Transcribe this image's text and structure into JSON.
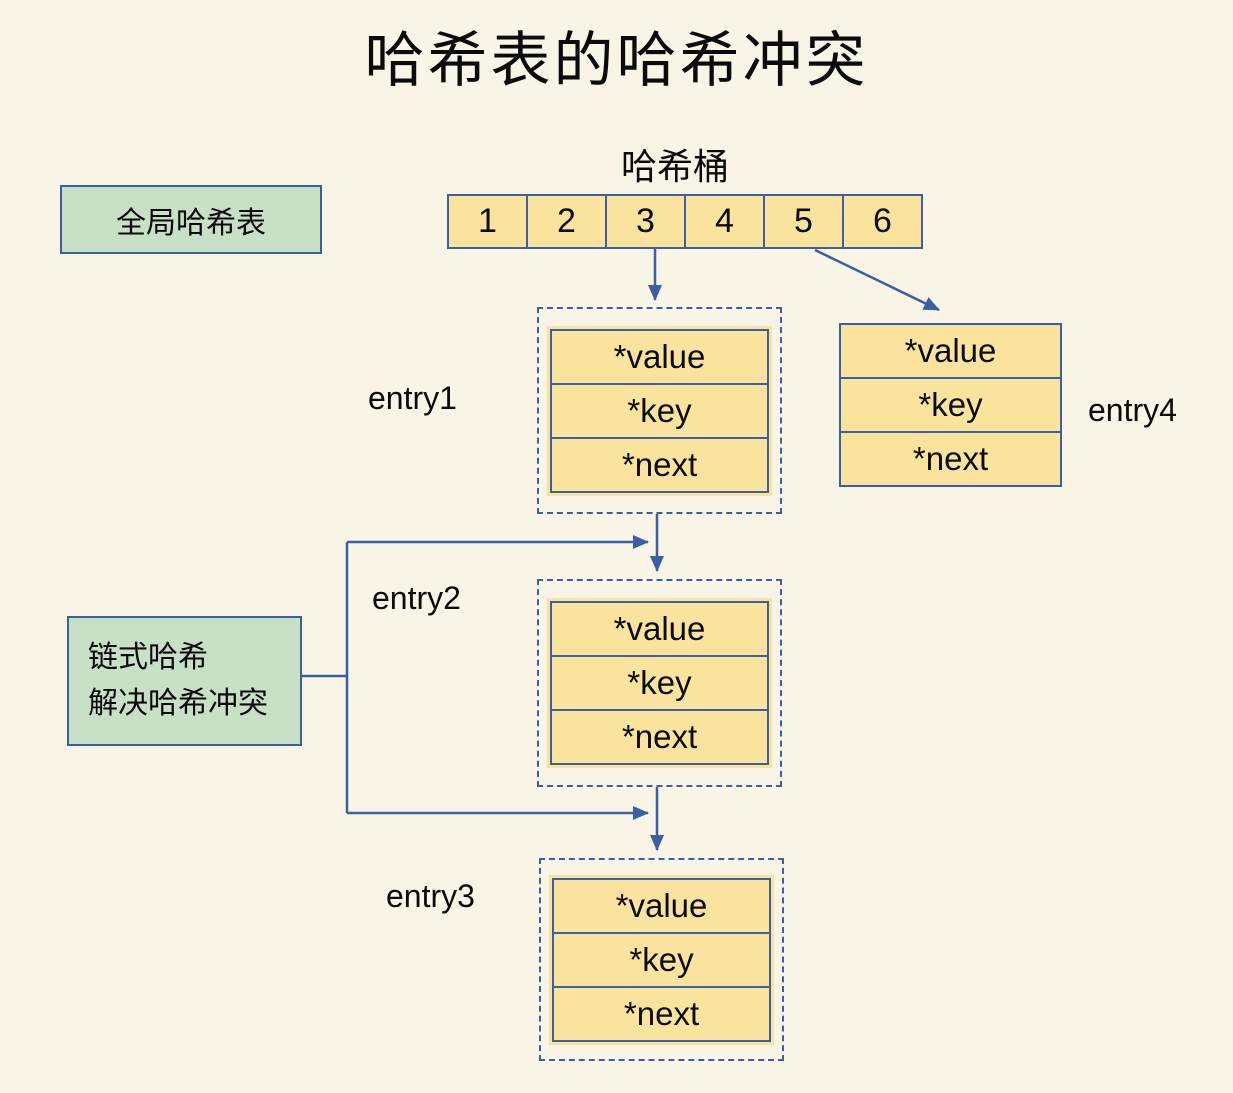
{
  "title": "哈希表的哈希冲突",
  "legend": {
    "global_hash_table": "全局哈希表",
    "chained_line1": "链式哈希",
    "chained_line2": "解决哈希冲突"
  },
  "bucket": {
    "label": "哈希桶",
    "cells": [
      "1",
      "2",
      "3",
      "4",
      "5",
      "6"
    ]
  },
  "entries": [
    {
      "id": "entry1",
      "label": "entry1",
      "fields": [
        "*value",
        "*key",
        "*next"
      ]
    },
    {
      "id": "entry2",
      "label": "entry2",
      "fields": [
        "*value",
        "*key",
        "*next"
      ]
    },
    {
      "id": "entry3",
      "label": "entry3",
      "fields": [
        "*value",
        "*key",
        "*next"
      ]
    },
    {
      "id": "entry4",
      "label": "entry4",
      "fields": [
        "*value",
        "*key",
        "*next"
      ]
    }
  ],
  "colors": {
    "background": "#f8f5e6",
    "cell_fill": "#fae39c",
    "green_fill": "#c8e0c6",
    "line_blue": "#3b5ea4",
    "text": "#0b0b0b"
  }
}
